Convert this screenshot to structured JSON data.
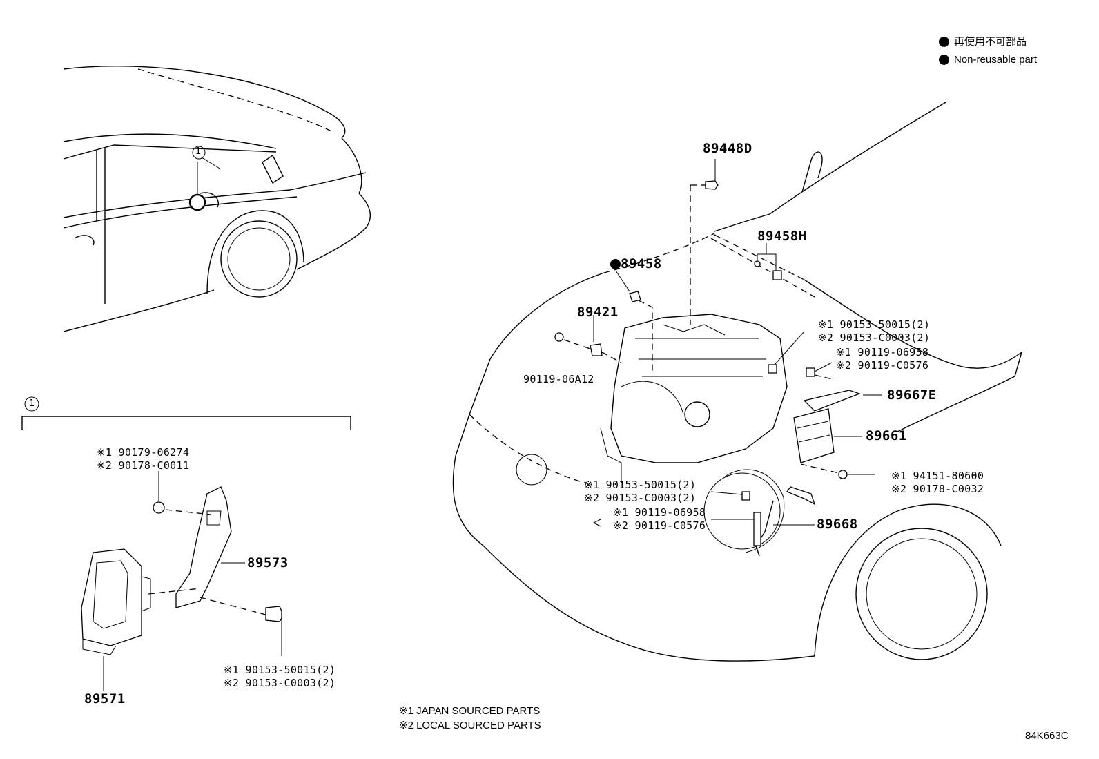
{
  "legend": {
    "jp_label": "再使用不可部品",
    "en_label": "Non-reusable part"
  },
  "callout": {
    "ref_number": "1"
  },
  "parts": {
    "p89448D": "89448D",
    "p89458H": "89458H",
    "p89458": "89458",
    "p89421": "89421",
    "p90119_06A12": "90119-06A12",
    "p89667E": "89667E",
    "p89661": "89661",
    "p89668": "89668",
    "p89573": "89573",
    "p89571": "89571"
  },
  "sourced_parts": {
    "a1": "※1 90153-50015(2)",
    "a2": "※2 90153-C0003(2)",
    "b1": "※1 90119-06958",
    "b2": "※2 90119-C0576",
    "c1": "※1 90153-50015(2)",
    "c2": "※2 90153-C0003(2)",
    "d1": "※1 90119-06958",
    "d2": "※2 90119-C0576",
    "e1": "※1 94151-80600",
    "e2": "※2 90178-C0032",
    "f1": "※1 90179-06274",
    "f2": "※2 90178-C0011",
    "g1": "※1 90153-50015(2)",
    "g2": "※2 90153-C0003(2)"
  },
  "notes": {
    "japan": "※1 JAPAN SOURCED PARTS",
    "local": "※2 LOCAL SOURCED PARTS"
  },
  "diagram_code": "84K663C"
}
